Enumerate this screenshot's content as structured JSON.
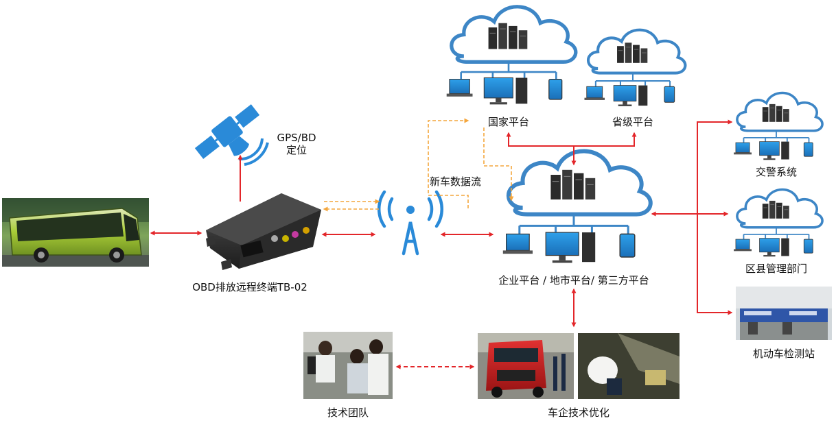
{
  "labels": {
    "gps": "GPS/BD",
    "gps_sub": "定位",
    "terminal": "OBD排放远程终端TB-02",
    "national": "国家平台",
    "provincial": "省级平台",
    "enterprise": "企业平台 / 地市平台/ 第三方平台",
    "data_stream": "新车数据流",
    "police": "交警系统",
    "county": "区县管理部门",
    "inspection": "机动车检测站",
    "tech_team": "技术团队",
    "oem": "车企技术优化"
  },
  "colors": {
    "arrow_red": "#e3262a",
    "arrow_orange": "#f4a63c",
    "icon_blue": "#2a8ad8",
    "cloud_blue": "#3d86c6"
  },
  "icons": [
    "bus-photo",
    "satellite-icon",
    "obd-terminal-device",
    "antenna-tower-icon",
    "cloud-server-icon",
    "photo"
  ]
}
